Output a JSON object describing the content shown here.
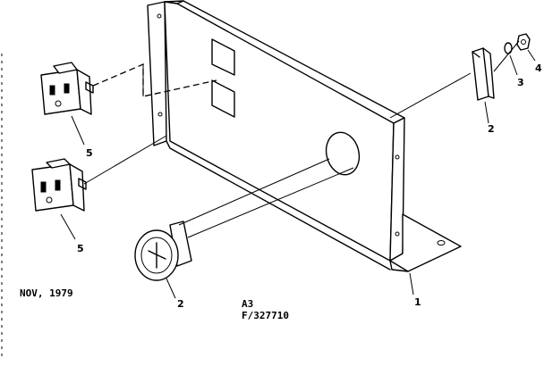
{
  "diagram": {
    "date_text": "NOV, 1979",
    "figure_code": "A3",
    "part_number": "F/327710",
    "callouts": {
      "panel": "1",
      "bracket": "2",
      "meter": "2",
      "washer": "3",
      "nut": "4",
      "receptacle_upper": "5",
      "receptacle_lower": "5"
    }
  }
}
